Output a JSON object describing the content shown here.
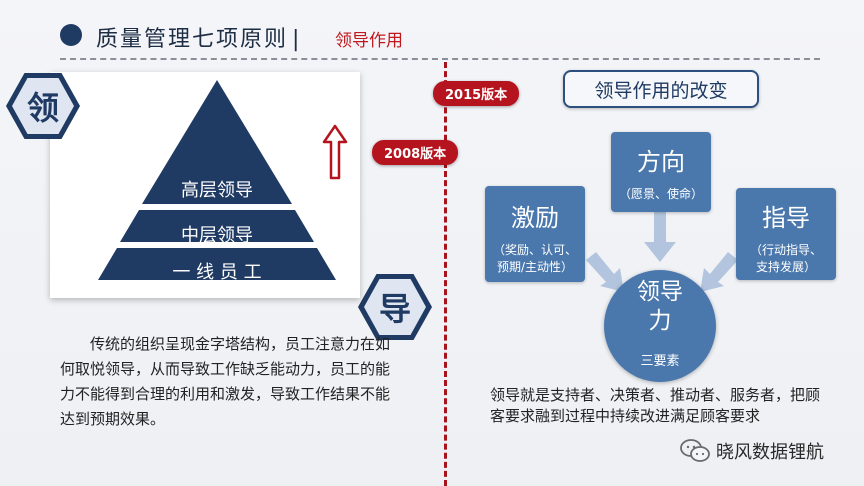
{
  "header": {
    "title": "质量管理七项原则",
    "separator": "|",
    "subtitle": "领导作用"
  },
  "left": {
    "hex_top": "领",
    "hex_bottom": "导",
    "pyramid": {
      "top": "高层领导",
      "middle": "中层领导",
      "bottom": "一 线 员 工"
    },
    "text": "传统的组织呈现金字塔结构，员工注意力在如何取悦领导，从而导致工作缺乏能动力，员工的能力不能得到合理的利用和激发，导致工作结果不能达到预期效果。"
  },
  "badges": {
    "v2015": "2015版本",
    "v2008": "2008版本"
  },
  "right": {
    "change_title": "领导作用的改变",
    "direction": {
      "title": "方向",
      "note": "（愿景、使命）"
    },
    "motivate": {
      "title": "激励",
      "note_line1": "（奖励、认可、",
      "note_line2": "预期/主动性）"
    },
    "guide": {
      "title": "指导",
      "note_line1": "（行动指导、",
      "note_line2": "支持发展）"
    },
    "core": {
      "title_line1": "领导",
      "title_line2": "力",
      "sub": "三要素"
    },
    "text": "领导就是支持者、决策者、推动者、服务者，把顾客要求融到过程中持续改进满足顾客要求"
  },
  "watermark": {
    "text": "晓风数据锂航",
    "icon": "wechat-icon"
  },
  "colors": {
    "navy": "#1f3a63",
    "accent_red": "#b5141e",
    "box_blue": "#4a78ad"
  }
}
